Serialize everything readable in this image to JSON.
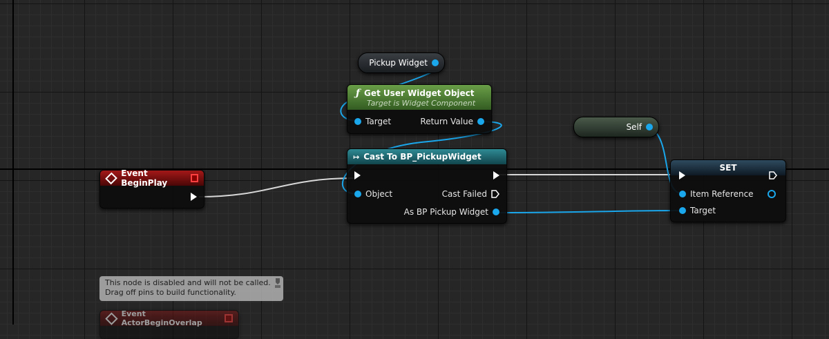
{
  "nodes": {
    "pickup_widget": {
      "label": "Pickup Widget"
    },
    "get_user_widget": {
      "title": "Get User Widget Object",
      "subtitle": "Target is Widget Component",
      "pin_target": "Target",
      "pin_return": "Return Value"
    },
    "self": {
      "label": "Self"
    },
    "cast": {
      "title": "Cast To BP_PickupWidget",
      "pin_object": "Object",
      "pin_cast_failed": "Cast Failed",
      "pin_as": "As BP Pickup Widget"
    },
    "event_begin_play": {
      "title": "Event BeginPlay"
    },
    "set": {
      "title": "SET",
      "pin_item_reference": "Item Reference",
      "pin_target": "Target"
    },
    "event_actor_begin_overlap": {
      "title": "Event ActorBeginOverlap"
    }
  },
  "tooltip": {
    "line1": "This node is disabled and will not be called.",
    "line2": "Drag off pins to build functionality."
  },
  "icons": {
    "function": "function-icon",
    "cast": "cast-arrow-icon",
    "event": "event-diamond-icon",
    "delegate": "delegate-square-icon"
  },
  "colors": {
    "object_pin": "#1aa7ec",
    "exec_pin": "#ffffff",
    "event_header": "#8a1010",
    "function_header": "#5a8a3a",
    "cast_header": "#1f6f78"
  }
}
